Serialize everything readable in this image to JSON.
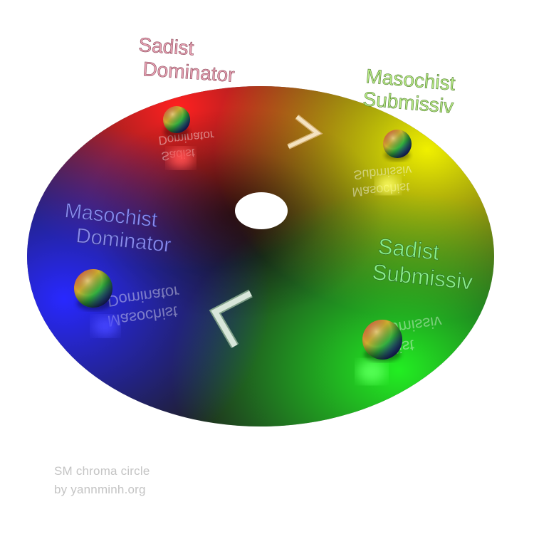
{
  "quadrants": {
    "red": {
      "line1": "Sadist",
      "line2": "Dominator",
      "color": "#e8a2b4"
    },
    "yellow": {
      "line1": "Masochist",
      "line2": "Submissiv",
      "color": "#b9eb86"
    },
    "blue": {
      "line1": "Masochist",
      "line2": "Dominator",
      "color": "#8c8cf0"
    },
    "green": {
      "line1": "Sadist",
      "line2": "Submissiv",
      "color": "#8cf08c"
    }
  },
  "credit": {
    "line1": "SM  chroma circle",
    "line2": "by yannminh.org"
  },
  "colors": {
    "red": "#ff1a1a",
    "yellow": "#e6e600",
    "green": "#22dd22",
    "blue": "#2222ff",
    "dark": "#202020",
    "background": "#ffffff"
  }
}
